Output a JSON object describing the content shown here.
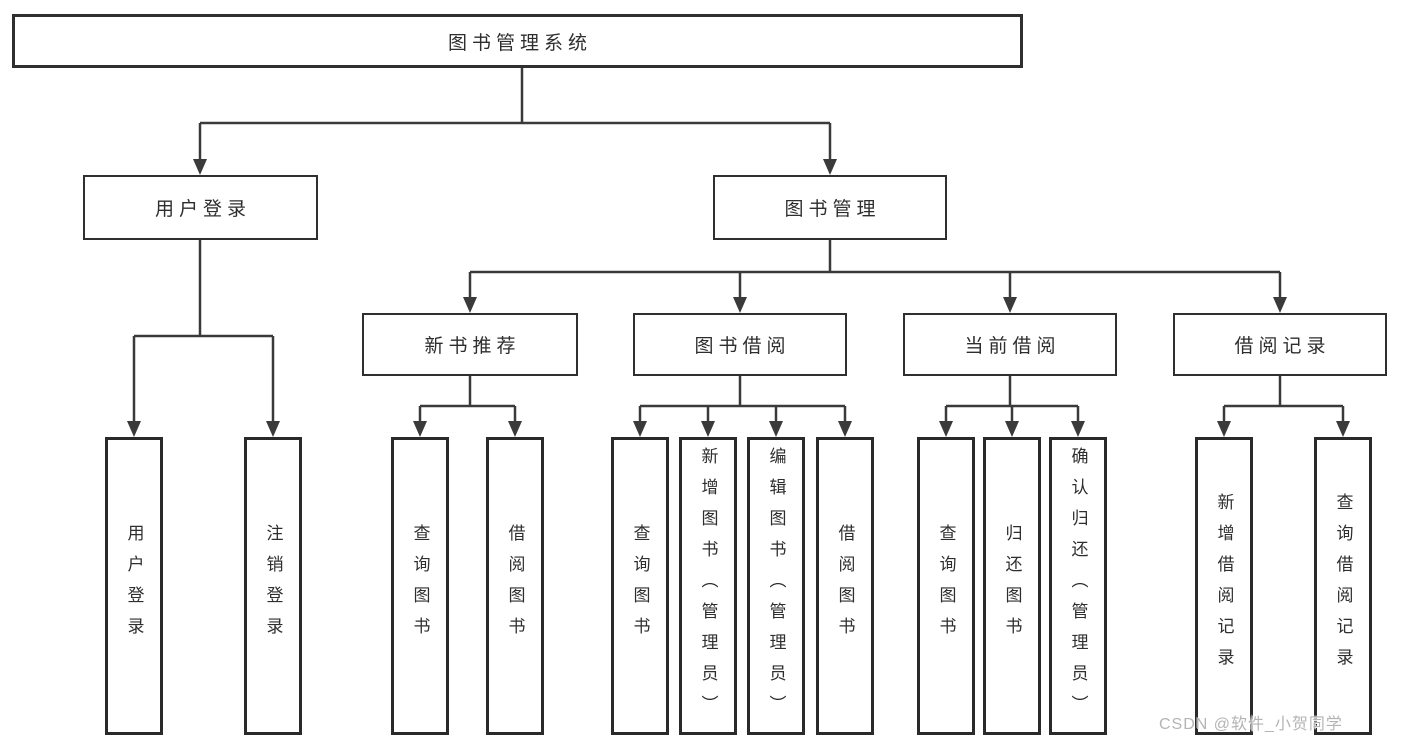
{
  "diagram": {
    "type": "hierarchy-tree",
    "root": {
      "label": "图书管理系统",
      "children": [
        {
          "label": "用户登录",
          "children": [
            {
              "label": "用户登录"
            },
            {
              "label": "注销登录"
            }
          ]
        },
        {
          "label": "图书管理",
          "children": [
            {
              "label": "新书推荐",
              "children": [
                {
                  "label": "查询图书"
                },
                {
                  "label": "借阅图书"
                }
              ]
            },
            {
              "label": "图书借阅",
              "children": [
                {
                  "label": "查询图书"
                },
                {
                  "label": "新增图书（管理员）"
                },
                {
                  "label": "编辑图书（管理员）"
                },
                {
                  "label": "借阅图书"
                }
              ]
            },
            {
              "label": "当前借阅",
              "children": [
                {
                  "label": "查询图书"
                },
                {
                  "label": "归还图书"
                },
                {
                  "label": "确认归还（管理员）"
                }
              ]
            },
            {
              "label": "借阅记录",
              "children": [
                {
                  "label": "新增借阅记录"
                },
                {
                  "label": "查询借阅记录"
                }
              ]
            }
          ]
        }
      ]
    }
  },
  "watermark": {
    "text": "CSDN @软件_小贺同学",
    "color": "#b4b4b4"
  },
  "colors": {
    "background": "#ffffff",
    "box_border": "#2f2f2f",
    "connector_line": "#3a3a3a",
    "text": "#2e2e2e"
  }
}
